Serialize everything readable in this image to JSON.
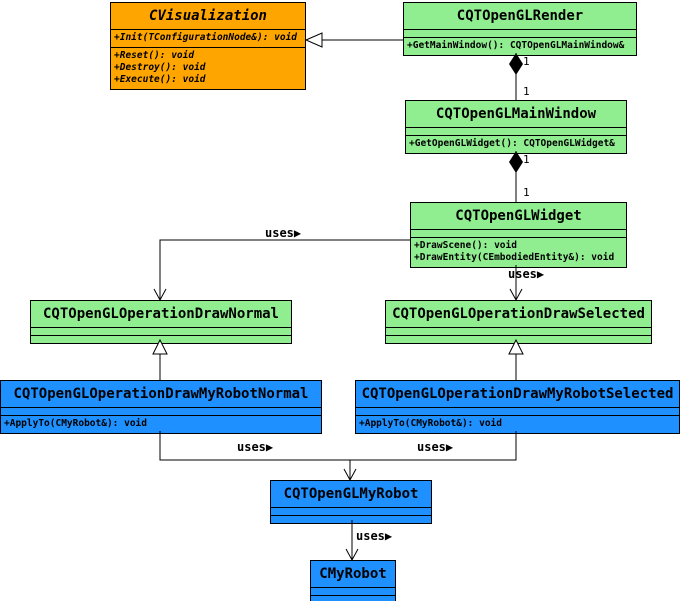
{
  "classes": {
    "cvisualization": {
      "name": "CVisualization",
      "compartment1": [
        "+Init(TConfigurationNode&): void"
      ],
      "compartment2": [
        "+Reset(): void",
        "+Destroy(): void",
        "+Execute(): void"
      ]
    },
    "render": {
      "name": "CQTOpenGLRender",
      "methods": [
        "+GetMainWindow(): CQTOpenGLMainWindow&"
      ]
    },
    "mainwindow": {
      "name": "CQTOpenGLMainWindow",
      "methods": [
        "+GetOpenGLWidget(): CQTOpenGLWidget&"
      ]
    },
    "widget": {
      "name": "CQTOpenGLWidget",
      "methods": [
        "+DrawScene(): void",
        "+DrawEntity(CEmbodiedEntity&): void"
      ]
    },
    "drawnormal": {
      "name": "CQTOpenGLOperationDrawNormal"
    },
    "drawselected": {
      "name": "CQTOpenGLOperationDrawSelected"
    },
    "myrobotnormal": {
      "name": "CQTOpenGLOperationDrawMyRobotNormal",
      "methods": [
        "+ApplyTo(CMyRobot&): void"
      ]
    },
    "myrobotselected": {
      "name": "CQTOpenGLOperationDrawMyRobotSelected",
      "methods": [
        "+ApplyTo(CMyRobot&): void"
      ]
    },
    "glmyrobot": {
      "name": "CQTOpenGLMyRobot"
    },
    "cmyrobot": {
      "name": "CMyRobot"
    }
  },
  "edge_labels": {
    "uses": "uses▶",
    "multiplicity_one": "1"
  },
  "colors": {
    "abstract_class_fill": "#FFA500",
    "framework_class_fill": "#90EE90",
    "user_class_fill": "#1E90FF",
    "line": "#000000"
  }
}
